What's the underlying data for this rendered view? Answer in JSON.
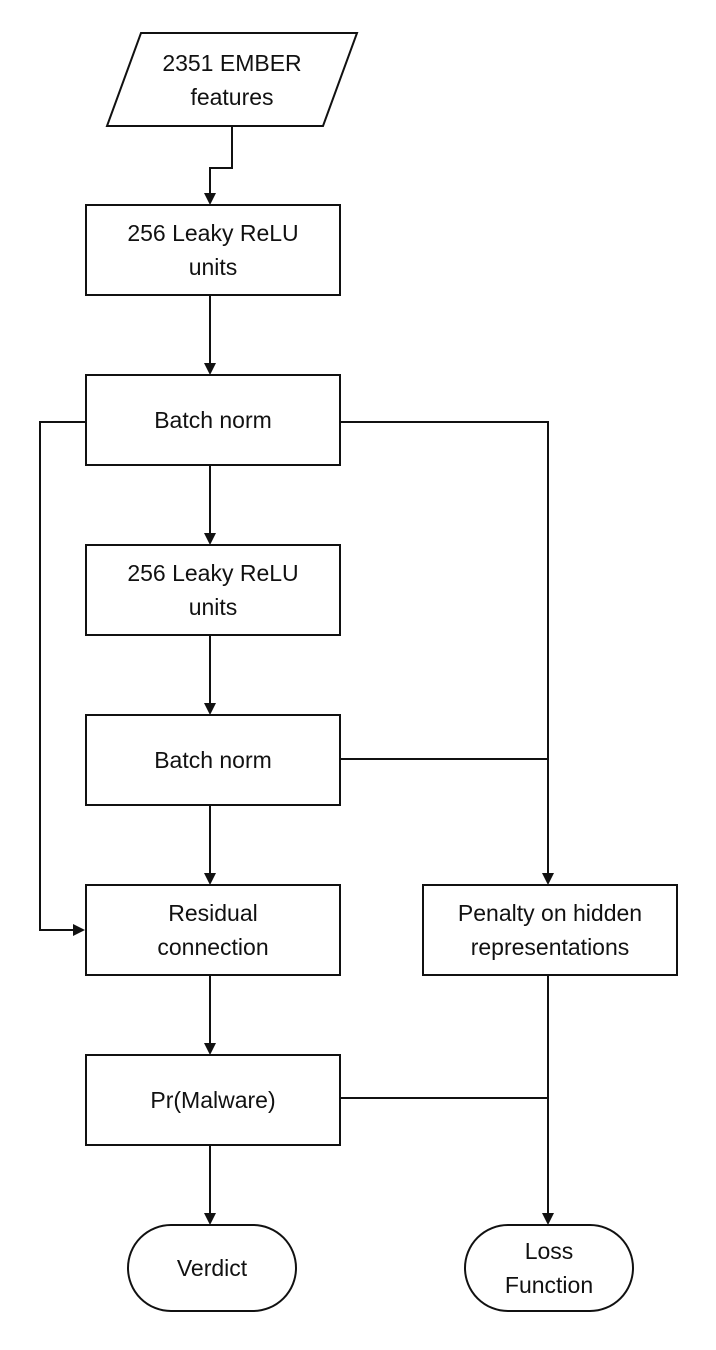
{
  "diagram": {
    "nodes": {
      "input": "2351 EMBER\nfeatures",
      "dense1": "256 Leaky ReLU\nunits",
      "bn1": "Batch norm",
      "dense2": "256 Leaky ReLU\nunits",
      "bn2": "Batch norm",
      "residual": "Residual\nconnection",
      "penalty": "Penalty on hidden\nrepresentations",
      "prob": "Pr(Malware)",
      "verdict": "Verdict",
      "loss": "Loss\nFunction"
    },
    "colors": {
      "stroke": "#111111",
      "text": "#111111",
      "background": "#ffffff"
    }
  }
}
